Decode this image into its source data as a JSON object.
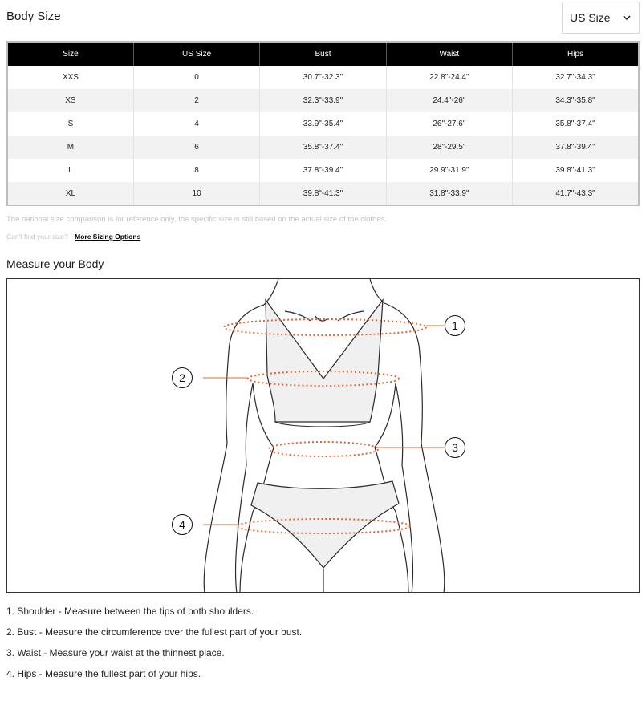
{
  "header": {
    "title": "Body Size",
    "unit_select": {
      "selected": "US Size"
    }
  },
  "table": {
    "columns": [
      "Size",
      "US Size",
      "Bust",
      "Waist",
      "Hips"
    ],
    "rows": [
      [
        "XXS",
        "0",
        "30.7\"-32.3\"",
        "22.8\"-24.4\"",
        "32.7\"-34.3\""
      ],
      [
        "XS",
        "2",
        "32.3\"-33.9\"",
        "24.4\"-26\"",
        "34.3\"-35.8\""
      ],
      [
        "S",
        "4",
        "33.9\"-35.4\"",
        "26\"-27.6\"",
        "35.8\"-37.4\""
      ],
      [
        "M",
        "6",
        "35.8\"-37.4\"",
        "28\"-29.5\"",
        "37.8\"-39.4\""
      ],
      [
        "L",
        "8",
        "37.8\"-39.4\"",
        "29.9\"-31.9\"",
        "39.8\"-41.3\""
      ],
      [
        "XL",
        "10",
        "39.8\"-41.3\"",
        "31.8\"-33.9\"",
        "41.7\"-43.3\""
      ]
    ]
  },
  "note": "The national size comparison is for reference only, the specific size is still based on the actual size of the clothes.",
  "help": {
    "question": "Can't find your size?",
    "link": "More Sizing Options"
  },
  "measure": {
    "title": "Measure your Body",
    "markers": [
      "1",
      "2",
      "3",
      "4"
    ]
  },
  "instructions": [
    "1. Shoulder - Measure between the tips of both shoulders.",
    "2. Bust - Measure the circumference over the fullest part of your bust.",
    "3. Waist - Measure your waist at the thinnest place.",
    "4. Hips - Measure the fullest part of your hips."
  ],
  "colors": {
    "header_bg": "#000000",
    "row_alt": "#f2f2f2",
    "accent": "#e8642c"
  },
  "icons": {
    "unit_select": "chevron-down-icon"
  }
}
